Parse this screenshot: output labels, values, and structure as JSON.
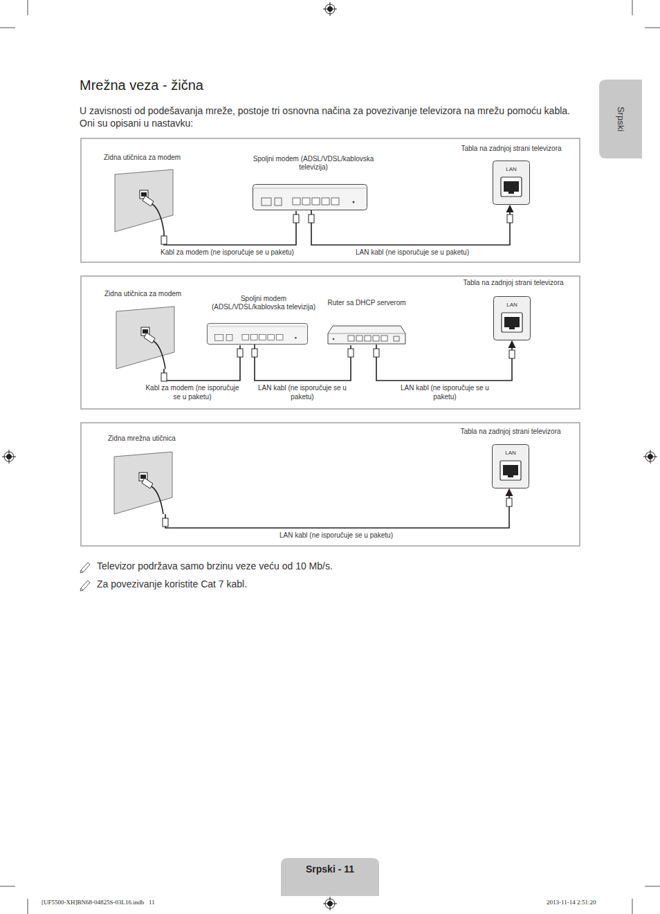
{
  "diagram": {
    "title": "Mrežna veza - žična",
    "nodes": [
      {
        "text": [
          "Zidna utičnica za modem"
        ]
      },
      {
        "text": [
          "Spoljni modem (ADSL/VDSL/kablovska televizija)"
        ]
      },
      {
        "text": [
          "Tabla na zadnjoj strani televizora",
          "LAN"
        ]
      },
      {
        "text": [
          "Zidna utičnica za modem"
        ]
      },
      {
        "text": [
          "Spoljni modem (ADSL/VDSL/kablovska televizija)"
        ]
      },
      {
        "text": [
          "Ruter sa DHCP serverom"
        ]
      },
      {
        "text": [
          "Tabla na zadnjoj strani televizora",
          "LAN"
        ]
      },
      {
        "text": [
          "Zidna mrežna utičnica"
        ]
      },
      {
        "text": [
          "Tabla na zadnjoj strani televizora",
          "LAN"
        ]
      }
    ],
    "edges": [
      {
        "from": 0,
        "to": 1,
        "label": "Kabl za modem (ne isporučuje se u paketu)",
        "arrow": "none"
      },
      {
        "from": 1,
        "to": 2,
        "label": "LAN kabl (ne isporučuje se u paketu)",
        "arrow": "to"
      },
      {
        "from": 3,
        "to": 4,
        "label": "Kabl za modem (ne isporučuje se u paketu)",
        "arrow": "none"
      },
      {
        "from": 4,
        "to": 5,
        "label": "LAN kabl (ne isporučuje se u paketu)",
        "arrow": "none"
      },
      {
        "from": 5,
        "to": 6,
        "label": "LAN kabl (ne isporučuje se u paketu)",
        "arrow": "to"
      },
      {
        "from": 7,
        "to": 8,
        "label": "LAN kabl (ne isporučuje se u paketu)",
        "arrow": "to"
      }
    ],
    "labels": [
      "U zavisnosti od podešavanja mreže, postoje tri osnovna načina za povezivanje televizora na mrežu pomoću kabla. Oni su opisani u nastavku:",
      "Televizor podržava samo brzinu veze veću od 10 Mb/s.",
      "Za povezivanje koristite Cat 7 kabl.",
      "Srpski",
      "Srpski - 11",
      "[UF5500-XH]BN68-04825S-03L16.indb   11",
      "2013-11-14 2:51:20"
    ]
  }
}
